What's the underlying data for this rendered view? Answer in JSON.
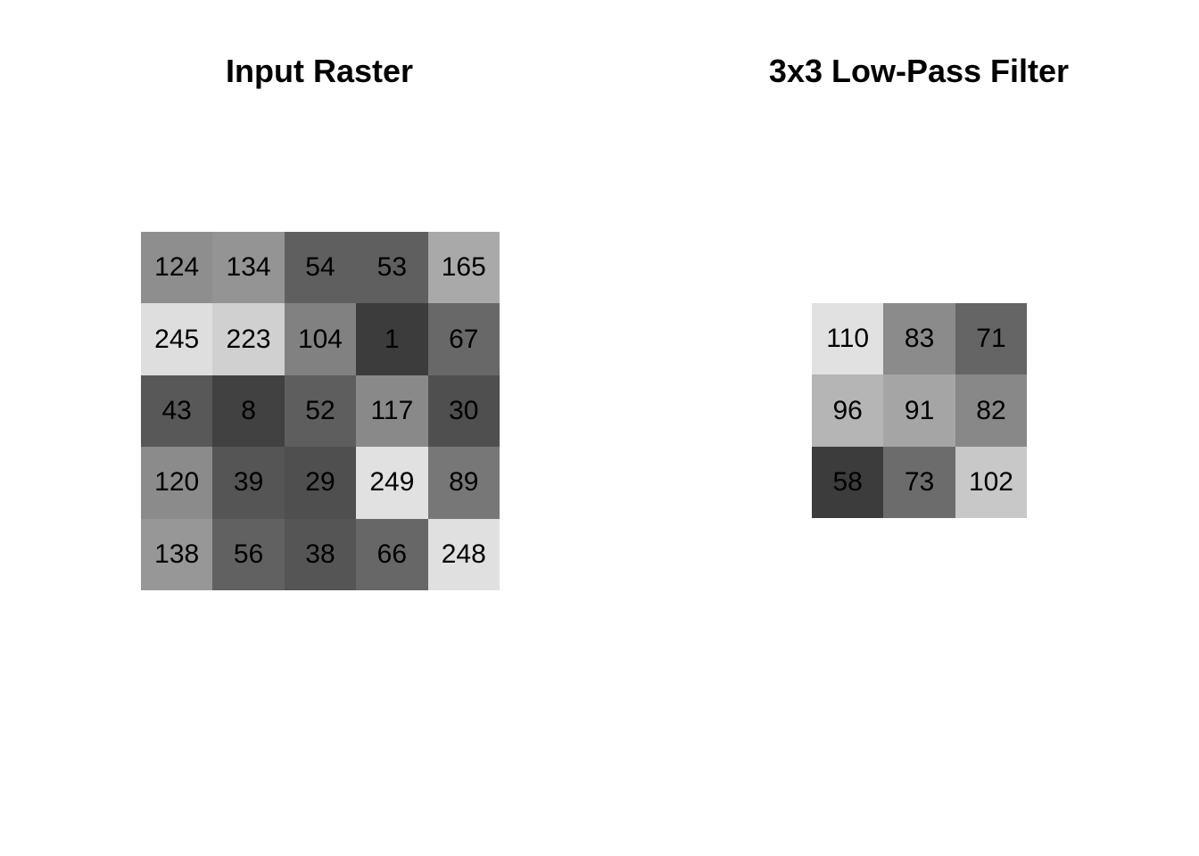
{
  "input_raster": {
    "title": "Input Raster",
    "rows": 5,
    "cols": 5,
    "values": [
      [
        124,
        134,
        54,
        53,
        165
      ],
      [
        245,
        223,
        104,
        1,
        67
      ],
      [
        43,
        8,
        52,
        117,
        30
      ],
      [
        120,
        39,
        29,
        249,
        89
      ],
      [
        138,
        56,
        38,
        66,
        248
      ]
    ]
  },
  "filter": {
    "title": "3x3 Low-Pass Filter",
    "rows": 3,
    "cols": 3,
    "values": [
      [
        110,
        83,
        71
      ],
      [
        96,
        91,
        82
      ],
      [
        58,
        73,
        102
      ]
    ]
  },
  "colormap": {
    "type": "grayscale",
    "dark": "#3c3c3c",
    "light": "#e1e1e1"
  }
}
